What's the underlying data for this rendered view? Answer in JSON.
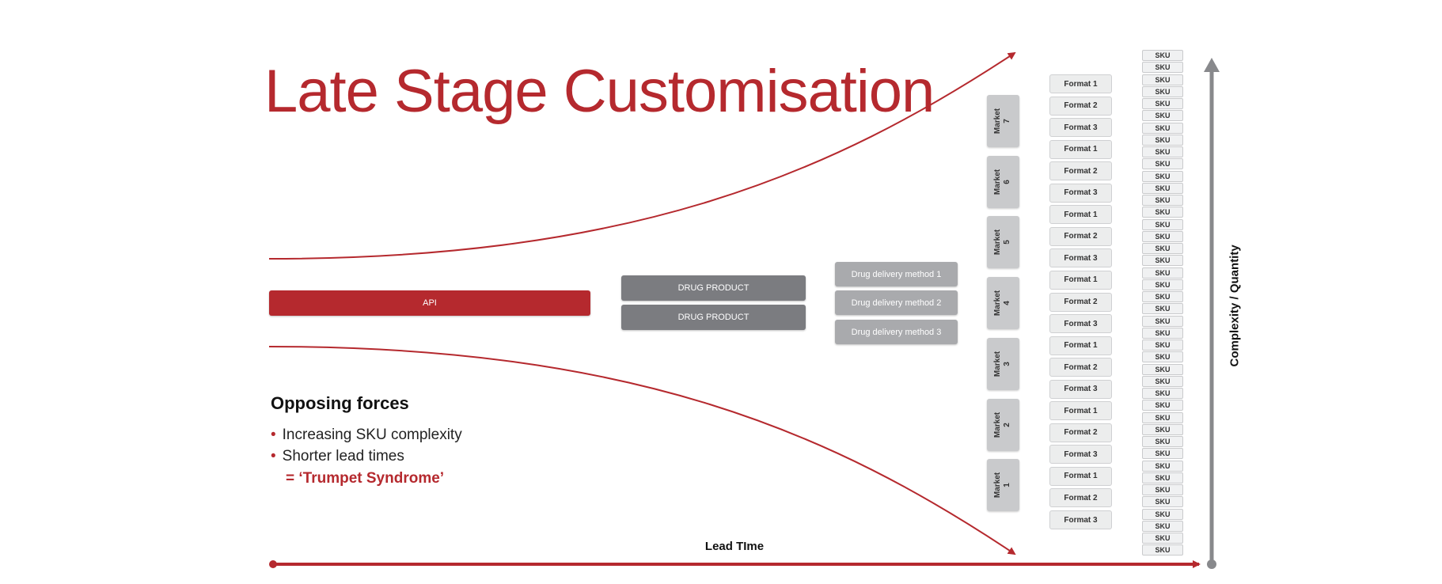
{
  "title": "Late Stage Customisation",
  "api_label": "API",
  "drug_product": [
    "DRUG PRODUCT",
    "DRUG PRODUCT"
  ],
  "drug_delivery": [
    "Drug delivery method 1",
    "Drug delivery method 2",
    "Drug delivery method 3"
  ],
  "markets": [
    {
      "word": "Market",
      "num": "7"
    },
    {
      "word": "Market",
      "num": "6"
    },
    {
      "word": "Market",
      "num": "5"
    },
    {
      "word": "Market",
      "num": "4"
    },
    {
      "word": "Market",
      "num": "3"
    },
    {
      "word": "Market",
      "num": "2"
    },
    {
      "word": "Market",
      "num": "1"
    }
  ],
  "formats": [
    "Format 1",
    "Format 2",
    "Format 3",
    "Format 1",
    "Format 2",
    "Format 3",
    "Format 1",
    "Format 2",
    "Format 3",
    "Format 1",
    "Format 2",
    "Format 3",
    "Format 1",
    "Format 2",
    "Format 3",
    "Format 1",
    "Format 2",
    "Format 3",
    "Format 1",
    "Format 2",
    "Format 3"
  ],
  "sku_label": "SKU",
  "sku_count": 42,
  "opposing": {
    "heading": "Opposing forces",
    "bullets": [
      "Increasing SKU complexity",
      "Shorter lead times"
    ],
    "conclusion": "= ‘Trumpet Syndrome’"
  },
  "axes": {
    "x_label": "Lead TIme",
    "y_label": "Complexity / Quantity"
  },
  "colors": {
    "brand_red": "#b5292e",
    "dark_gray": "#7b7c80",
    "mid_gray": "#a9aaad",
    "axis_gray": "#88898c"
  }
}
